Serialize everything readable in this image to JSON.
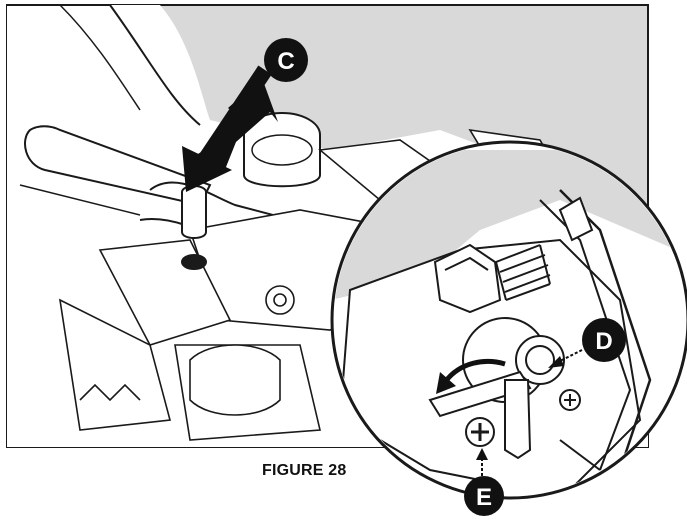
{
  "figure": {
    "caption": "FIGURE 28",
    "callouts": [
      {
        "id": "c",
        "label": "C"
      },
      {
        "id": "d",
        "label": "D"
      },
      {
        "id": "e",
        "label": "E"
      }
    ]
  },
  "colors": {
    "background": "#ffffff",
    "panel_gray": "#d9d9d9",
    "line": "#1a1a1a",
    "callout_fill": "#111111",
    "callout_text": "#ffffff"
  }
}
